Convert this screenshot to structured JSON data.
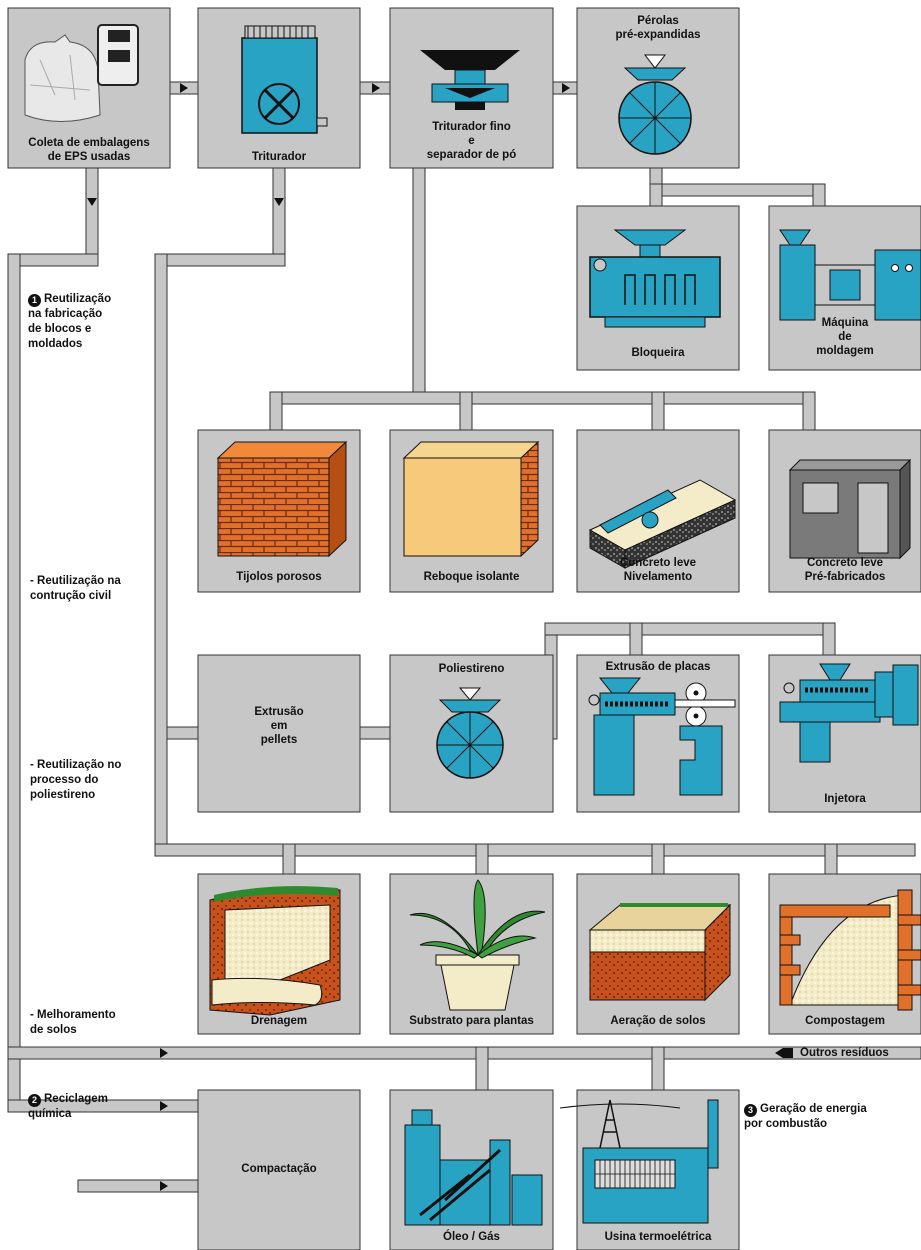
{
  "colors": {
    "box": "#c7c7c7",
    "pipe": "#c7c7c7",
    "machine": "#29a3c3",
    "brick": "#e0702a",
    "foam": "#f2e8bd",
    "soil": "#c9521a",
    "grass": "#2f8a2f",
    "dark": "#111111"
  },
  "boxes": {
    "coleta": "Coleta de embalagens\nde EPS usadas",
    "triturador": "Triturador",
    "triturador_fino": "Triturador fino\ne\nseparador de pó",
    "perolas": "Pérolas\npré-expandidas",
    "bloqueira": "Bloqueira",
    "maquina": "Máquina\nde\nmoldagem",
    "tijolos": "Tijolos porosos",
    "reboque": "Reboque isolante",
    "concreto_nivel": "Concreto leve\nNivelamento",
    "concreto_pre": "Concreto leve\nPré-fabricados",
    "extrusao_pellets": "Extrusão\nem\npellets",
    "poliestireno": "Poliestireno",
    "extrusao_placas": "Extrusão de placas",
    "injetora": "Injetora",
    "drenagem": "Drenagem",
    "substrato": "Substrato para plantas",
    "aeracao": "Aeração de solos",
    "compostagem": "Compostagem",
    "compactacao": "Compactação",
    "oleo": "Óleo / Gás",
    "usina": "Usina termoelétrica"
  },
  "side_labels": {
    "reutilizacao_blocos": "Reutilização\nna fabricação\nde blocos e\nmoldados",
    "reutilizacao_construcao": "- Reutilização na\ncontrução civil",
    "reutilizacao_poliestireno": "- Reutilização no\nprocesso do\npoliestireno",
    "melhoramento": "- Melhoramento\nde solos",
    "outros_residuos": "Outros resíduos",
    "reciclagem": "Reciclagem\nquímica",
    "geracao": "Geração de energia\npor combustão"
  },
  "numbers": {
    "n1": "1",
    "n2": "2",
    "n3": "3"
  }
}
